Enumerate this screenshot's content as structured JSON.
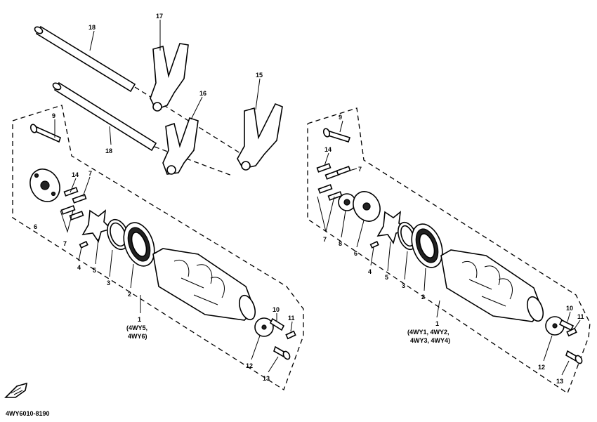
{
  "diagram_code": "4WY6010-8190",
  "variants": {
    "left_line1": "(4WY5,",
    "left_line2": "4WY6)",
    "right_line1": "(4WY1, 4WY2,",
    "right_line2": "4WY3, 4WY4)"
  },
  "callouts": {
    "l1": "1",
    "l2": "2",
    "l3": "3",
    "l4": "4",
    "l5": "5",
    "l6": "6",
    "l7a": "7",
    "l7b": "7",
    "l9": "9",
    "l10": "10",
    "l11": "11",
    "l12": "12",
    "l13": "13",
    "l14": "14",
    "l15": "15",
    "l16": "16",
    "l17": "17",
    "l18a": "18",
    "l18b": "18",
    "r1": "1",
    "r2": "2",
    "r3": "3",
    "r4": "4",
    "r5": "5",
    "r6": "6",
    "r7a": "7",
    "r7b": "7",
    "r8": "8",
    "r9": "9",
    "r10": "10",
    "r11": "11",
    "r12": "12",
    "r13": "13",
    "r14": "14"
  },
  "icons": {
    "direction": "arrow-direction-icon"
  }
}
